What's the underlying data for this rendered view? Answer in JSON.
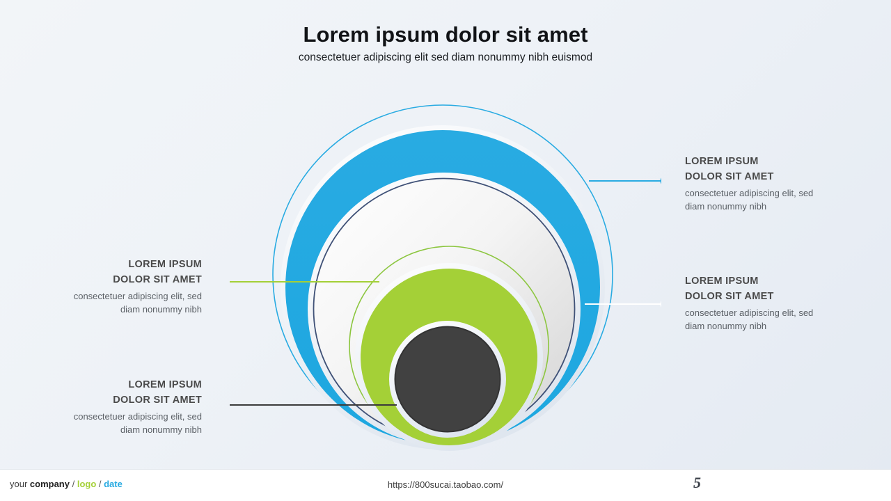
{
  "heading": {
    "title": "Lorem ipsum dolor sit amet",
    "subtitle": "consectetuer adipiscing elit sed diam nonummy nibh euismod"
  },
  "callouts": [
    {
      "id": "top-right",
      "title_line1": "LOREM IPSUM",
      "title_line2": "DOLOR SIT AMET",
      "body_line1": "consectetuer adipiscing elit, sed",
      "body_line2": "diam nonummy nibh",
      "dot_color": "#29abe2",
      "line_color": "#29abe2"
    },
    {
      "id": "right-middle",
      "title_line1": "LOREM IPSUM",
      "title_line2": "DOLOR SIT AMET",
      "body_line1": "consectetuer adipiscing elit, sed",
      "body_line2": "diam nonummy nibh",
      "dot_color": "#ffffff",
      "line_color": "#ffffff"
    },
    {
      "id": "left-middle",
      "title_line1": "LOREM IPSUM",
      "title_line2": "DOLOR SIT AMET",
      "body_line1": "consectetuer adipiscing elit, sed",
      "body_line2": "diam nonummy nibh",
      "dot_color": "#a4d037",
      "line_color": "#a4d037"
    },
    {
      "id": "bottom-left",
      "title_line1": "LOREM IPSUM",
      "title_line2": "DOLOR SIT AMET",
      "body_line1": "consectetuer adipiscing elit, sed",
      "body_line2": "diam nonummy nibh",
      "dot_color": "#3b3b3b",
      "line_color": "#3b3b3b"
    }
  ],
  "diagram": {
    "type": "concentric-rings",
    "rings": [
      {
        "name": "outer-blue-ring",
        "fill": "#29abe2",
        "outline": "#29abe2"
      },
      {
        "name": "gray-gradient-circle",
        "fill": "#f7f7f7",
        "outline": "#3f5177"
      },
      {
        "name": "green-circle",
        "fill": "#a4d037",
        "outline": "#8cc63f"
      },
      {
        "name": "dark-core-circle",
        "fill": "#414141",
        "outline": "#333333"
      }
    ]
  },
  "footer": {
    "company_prefix": "your ",
    "company": "company",
    "sep1": " / ",
    "logo": "logo",
    "sep2": " / ",
    "date": "date",
    "url": "https://800sucai.taobao.com/",
    "page_number": "5"
  }
}
